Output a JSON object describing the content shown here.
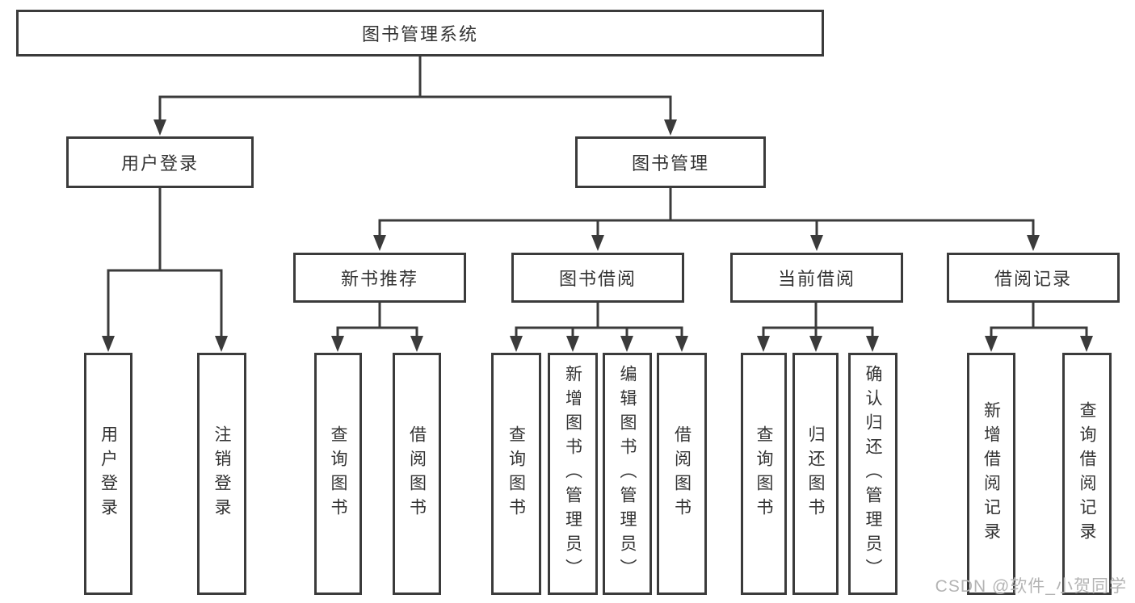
{
  "diagram_title": "图书管理系统",
  "tree": {
    "root": {
      "label": "图书管理系统"
    },
    "user_login": {
      "label": "用户登录",
      "children": [
        {
          "label": "用户登录"
        },
        {
          "label": "注销登录"
        }
      ]
    },
    "book_management": {
      "label": "图书管理",
      "children": {
        "new_book_recommend": {
          "label": "新书推荐",
          "children": [
            {
              "label": "查询图书"
            },
            {
              "label": "借阅图书"
            }
          ]
        },
        "book_borrowing": {
          "label": "图书借阅",
          "children": [
            {
              "label": "查询图书"
            },
            {
              "label": "新增图书（管理员）"
            },
            {
              "label": "编辑图书（管理员）"
            },
            {
              "label": "借阅图书"
            }
          ]
        },
        "current_borrowing": {
          "label": "当前借阅",
          "children": [
            {
              "label": "查询图书"
            },
            {
              "label": "归还图书"
            },
            {
              "label": "确认归还（管理员）"
            }
          ]
        },
        "borrowing_records": {
          "label": "借阅记录",
          "children": [
            {
              "label": "新增借阅记录"
            },
            {
              "label": "查询借阅记录"
            }
          ]
        }
      }
    }
  },
  "watermark": "CSDN @软件_小贺同学",
  "colors": {
    "line": "#3b3b3b",
    "box_border": "#3b3b3b",
    "text": "#333333",
    "watermark": "#b4b4b4",
    "background": "#ffffff"
  }
}
